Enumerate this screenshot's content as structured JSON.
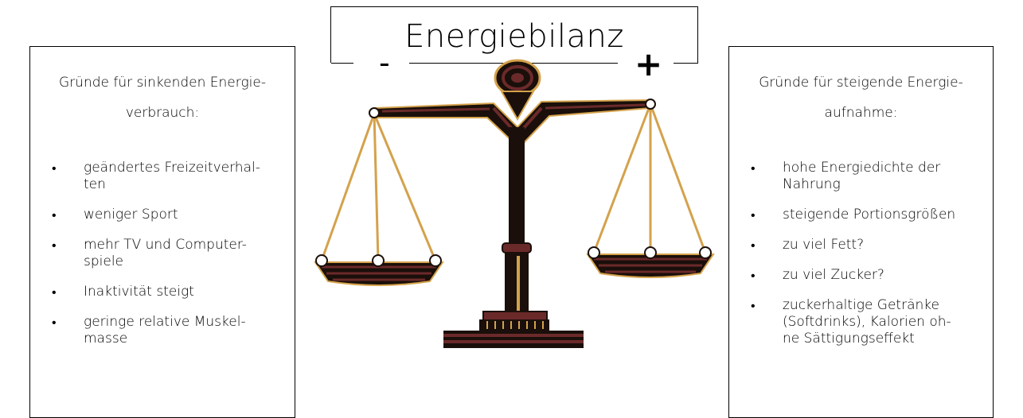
{
  "title": "Energiebilanz",
  "minus_label": "-",
  "plus_label": "+",
  "left_panel": {
    "heading_lines": [
      "Gründe für sinkenden Energie-",
      "verbrauch:"
    ],
    "items": [
      [
        "geändertes Freizeitverhal-",
        "ten"
      ],
      [
        "weniger Sport"
      ],
      [
        "mehr TV und Computer-",
        "spiele"
      ],
      [
        "Inaktivität steigt"
      ],
      [
        "geringe relative Muskel-",
        "masse"
      ]
    ]
  },
  "right_panel": {
    "heading_lines": [
      "Gründe für steigende Energie-",
      "aufnahme:"
    ],
    "items": [
      [
        "hohe Energiedichte der",
        "Nahrung"
      ],
      [
        "steigende Portionsgrößen"
      ],
      [
        "zu viel Fett?"
      ],
      [
        "zu viel Zucker?"
      ],
      [
        "zuckerhaltige Getränke",
        "(Softdrinks), Kalorien oh-",
        "ne Sättigungseffekt"
      ]
    ]
  },
  "colors": {
    "scale_dark": "#1a0f0a",
    "scale_maroon": "#6b2a2a",
    "scale_gold": "#d4a24c"
  }
}
